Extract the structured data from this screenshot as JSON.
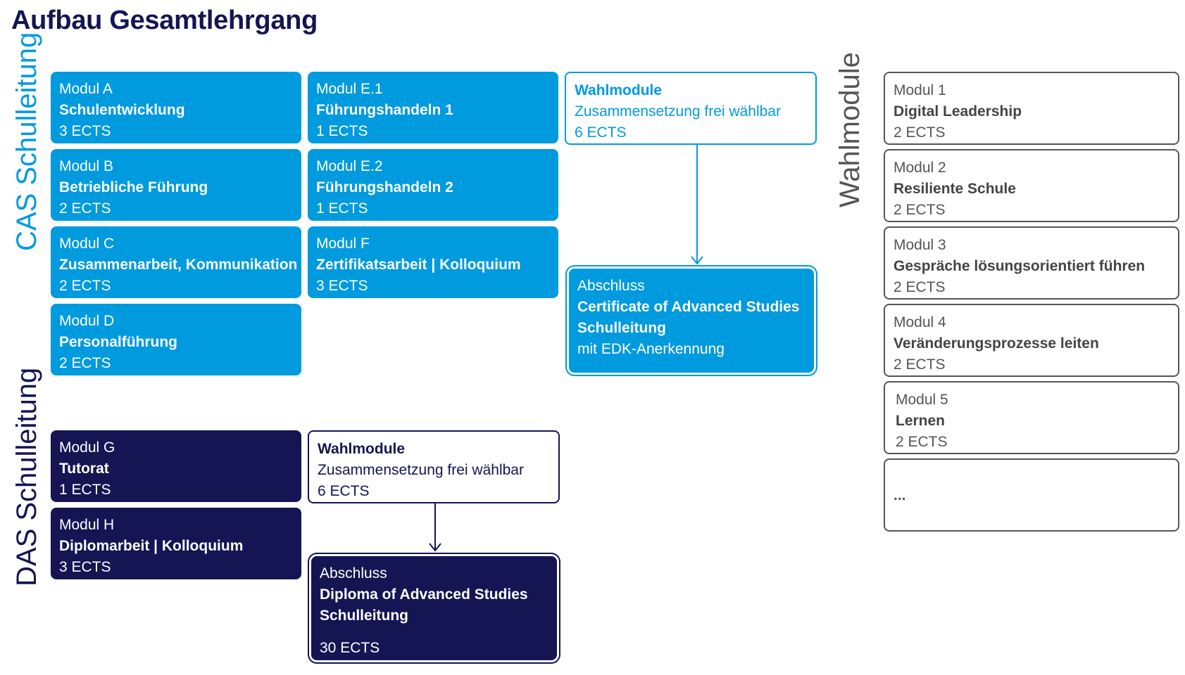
{
  "title": "Aufbau Gesamtlehrgang",
  "side_labels": {
    "cas": "CAS Schulleitung",
    "das": "DAS Schulleitung",
    "wahl": "Wahlmodule"
  },
  "colors": {
    "cas_blue": "#009ADE",
    "das_navy": "#141552",
    "wahl_grey": "#555555"
  },
  "cas": {
    "modul_a": {
      "label": "Modul A",
      "name": "Schulentwicklung",
      "ects": "3 ECTS"
    },
    "modul_b": {
      "label": "Modul B",
      "name": "Betriebliche Führung",
      "ects": "2 ECTS"
    },
    "modul_c": {
      "label": "Modul C",
      "name": "Zusammenarbeit, Kommunikation",
      "ects": "2 ECTS"
    },
    "modul_d": {
      "label": "Modul D",
      "name": "Personalführung",
      "ects": "2 ECTS"
    },
    "modul_e1": {
      "label": "Modul E.1",
      "name": "Führungshandeln 1",
      "ects": "1 ECTS"
    },
    "modul_e2": {
      "label": "Modul E.2",
      "name": "Führungshandeln 2",
      "ects": "1 ECTS"
    },
    "modul_f": {
      "label": "Modul F",
      "name": "Zertifikatsarbeit | Kolloquium",
      "ects": "3 ECTS"
    },
    "wahlmodule": {
      "label": "Wahlmodule",
      "desc": "Zusammensetzung frei wählbar",
      "ects": "6 ECTS"
    },
    "abschluss": {
      "label": "Abschluss",
      "name1": "Certificate of Advanced Studies",
      "name2": "Schulleitung",
      "note": "mit EDK-Anerkennung"
    }
  },
  "das": {
    "modul_g": {
      "label": "Modul G",
      "name": "Tutorat",
      "ects": "1 ECTS"
    },
    "modul_h": {
      "label": "Modul H",
      "name": "Diplomarbeit | Kolloquium",
      "ects": "3 ECTS"
    },
    "wahlmodule": {
      "label": "Wahlmodule",
      "desc": "Zusammensetzung frei wählbar",
      "ects": "6 ECTS"
    },
    "abschluss": {
      "label": "Abschluss",
      "name1": "Diploma of Advanced Studies",
      "name2": "Schulleitung",
      "ects": "30 ECTS"
    }
  },
  "wahl": {
    "modul_1": {
      "label": "Modul 1",
      "name": "Digital Leadership",
      "ects": "2 ECTS"
    },
    "modul_2": {
      "label": "Modul 2",
      "name": "Resiliente Schule",
      "ects": "2 ECTS"
    },
    "modul_3": {
      "label": "Modul 3",
      "name": "Gespräche lösungsorientiert führen",
      "ects": "2 ECTS"
    },
    "modul_4": {
      "label": "Modul 4",
      "name": "Veränderungsprozesse leiten",
      "ects": "2 ECTS"
    },
    "modul_5": {
      "label": "Modul 5",
      "name": "Lernen",
      "ects": "2 ECTS"
    },
    "more": "..."
  }
}
